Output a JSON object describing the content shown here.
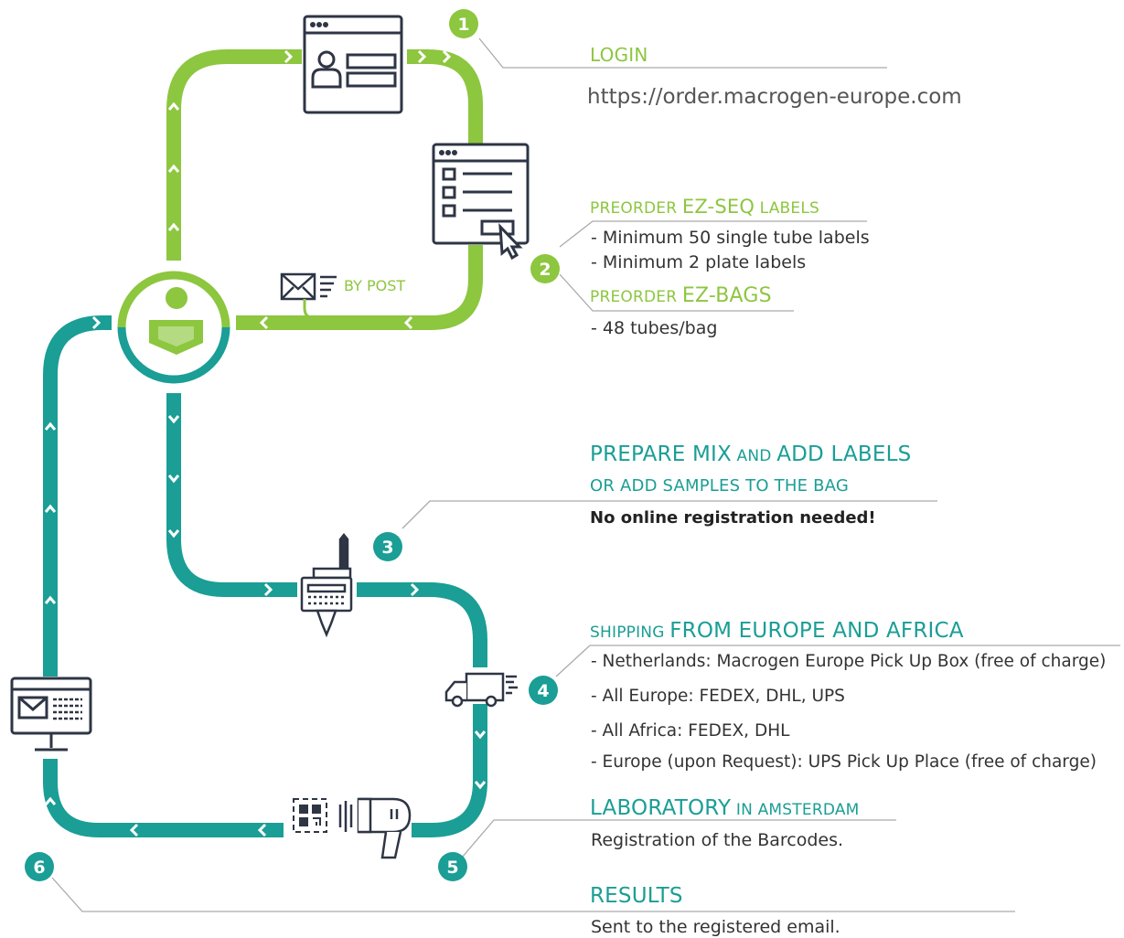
{
  "colors": {
    "green": "#8dc63f",
    "teal": "#1a9e95",
    "dark": "#2e3544",
    "line": "#999999"
  },
  "steps": [
    {
      "number": "1",
      "color": "#8dc63f"
    },
    {
      "number": "2",
      "color": "#8dc63f"
    },
    {
      "number": "3",
      "color": "#1a9e95"
    },
    {
      "number": "4",
      "color": "#1a9e95"
    },
    {
      "number": "5",
      "color": "#1a9e95"
    },
    {
      "number": "6",
      "color": "#1a9e95"
    }
  ],
  "login": {
    "title": "LOGIN",
    "url": "https://order.macrogen-europe.com"
  },
  "preorder_labels": {
    "title_small": "PREORDER ",
    "title_big": "EZ-SEQ",
    "title_small2": " LABELS",
    "items": [
      "- Minimum 50 single tube labels",
      "- Minimum 2 plate labels"
    ]
  },
  "preorder_bags": {
    "title_small": "PREORDER ",
    "title_big": "EZ-BAGS",
    "items": [
      "- 48 tubes/bag"
    ]
  },
  "by_post": "BY POST",
  "prepare": {
    "line1_a": "PREPARE MIX",
    "line1_b": " AND ",
    "line1_c": "ADD LABELS",
    "line2": "OR ADD SAMPLES TO THE BAG",
    "note": "No online registration needed!"
  },
  "shipping": {
    "title_small": "SHIPPING ",
    "title_big": "FROM EUROPE AND AFRICA",
    "items": [
      "- Netherlands: Macrogen Europe Pick Up Box (free of charge)",
      "- All Europe: FEDEX, DHL, UPS",
      "- All Africa: FEDEX, DHL",
      "- Europe (upon Request): UPS Pick Up Place (free of charge)"
    ]
  },
  "laboratory": {
    "title_big": "LABORATORY",
    "title_small": " IN AMSTERDAM",
    "text": "Registration of the Barcodes."
  },
  "results": {
    "title": "RESULTS",
    "text": "Sent to the registered email."
  },
  "icons": [
    "browser-login-icon",
    "checklist-browser-icon",
    "user-icon",
    "envelope-icon",
    "printer-icon",
    "delivery-truck-icon",
    "qr-code-icon",
    "barcode-scanner-icon",
    "monitor-email-icon"
  ]
}
